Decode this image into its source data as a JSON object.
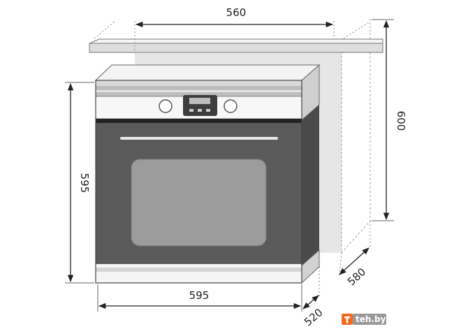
{
  "dimensions": {
    "top": "560",
    "right": "600",
    "left": "595",
    "bottom": "595",
    "side_diagonal": "580",
    "bottom_diagonal": "520"
  },
  "watermark": {
    "text": "teh.by",
    "icon": "teh-logo-icon"
  },
  "colors": {
    "niche_back": "#e6e6e6",
    "door": "#5a5a5a",
    "door_window": "#9c9c9c",
    "oven_side": "#4a4a4a",
    "watermark_accent": "#f26a21"
  }
}
